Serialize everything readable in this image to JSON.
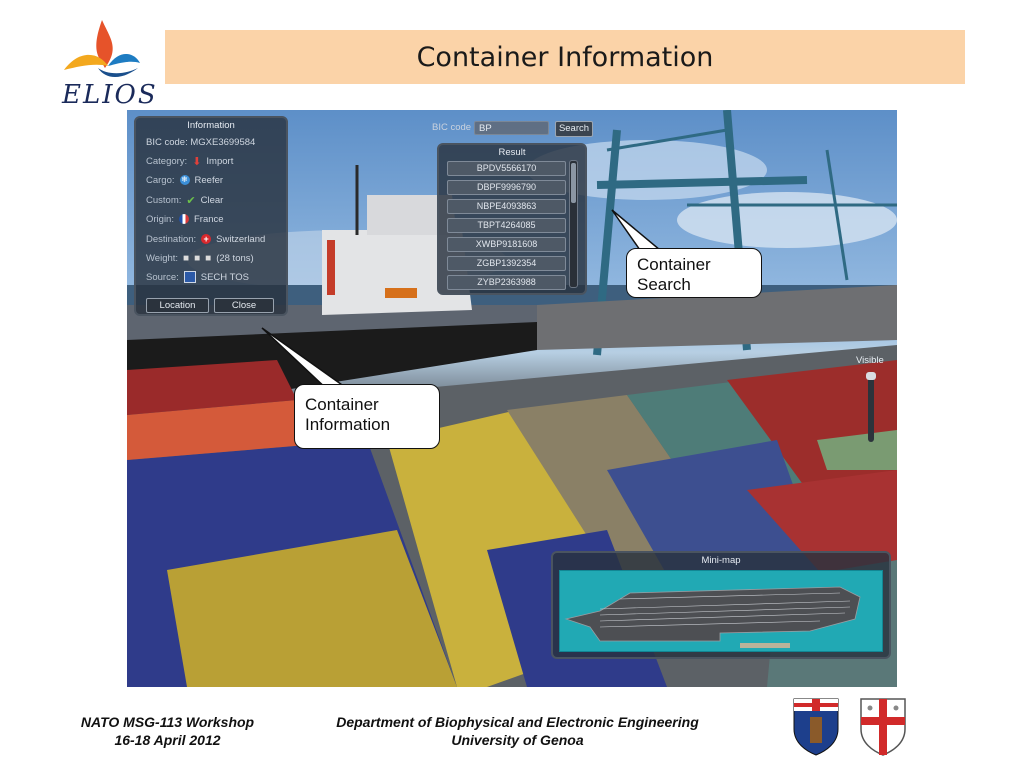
{
  "logo": {
    "text": "ELIOS"
  },
  "title": "Container Information",
  "info_panel": {
    "title": "Information",
    "bic": "BIC code: MGXE3699584",
    "category_label": "Category:",
    "category_value": "Import",
    "cargo_label": "Cargo:",
    "cargo_value": "Reefer",
    "custom_label": "Custom:",
    "custom_value": "Clear",
    "origin_label": "Origin:",
    "origin_value": "France",
    "destination_label": "Destination:",
    "destination_value": "Switzerland",
    "weight_label": "Weight:",
    "weight_value": "(28 tons)",
    "source_label": "Source:",
    "source_value": "SECH TOS",
    "location_button": "Location",
    "close_button": "Close"
  },
  "search": {
    "label": "BIC code",
    "value": "BP",
    "button": "Search"
  },
  "result_panel": {
    "title": "Result",
    "items": [
      "BPDV5566170",
      "DBPF9996790",
      "NBPE4093863",
      "TBPT4264085",
      "XWBP9181608",
      "ZGBP1392354",
      "ZYBP2363988"
    ]
  },
  "visible_slider": {
    "label": "Visible"
  },
  "minimap": {
    "title": "Mini-map"
  },
  "callouts": {
    "search_line1": "Container",
    "search_line2": "Search",
    "info_line1": "Container",
    "info_line2": "Information"
  },
  "footer": {
    "workshop": "NATO MSG-113 Workshop",
    "dates": "16-18 April 2012",
    "dept": "Department of Biophysical and Electronic Engineering",
    "university": "University of Genoa"
  },
  "colors": {
    "title_bg": "#fbd3a8",
    "panel_bg": "#28323e",
    "minimap_sea": "#21a9b4"
  }
}
